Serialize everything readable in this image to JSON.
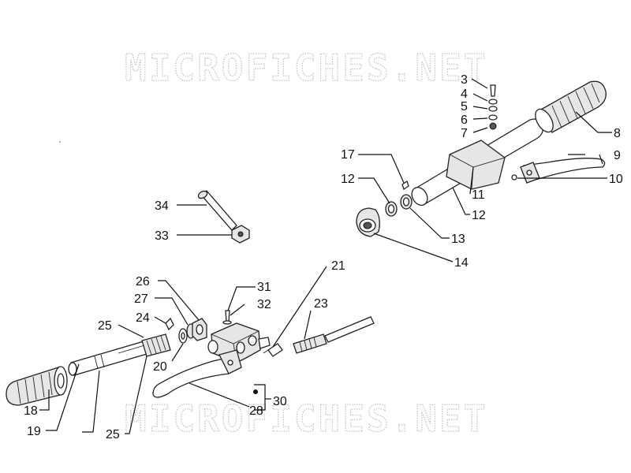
{
  "watermark": "MICROFICHES.NET",
  "labels": {
    "p3": "3",
    "p4": "4",
    "p5": "5",
    "p6": "6",
    "p7": "7",
    "p8": "8",
    "p9": "9",
    "p10": "10",
    "p11": "11",
    "p12a": "12",
    "p12b": "12",
    "p13": "13",
    "p14": "14",
    "p17": "17",
    "p18": "18",
    "p19": "19",
    "p20": "20",
    "p21": "21",
    "p23": "23",
    "p24": "24",
    "p25a": "25",
    "p25b": "25",
    "p26": "26",
    "p27": "27",
    "p28": "28",
    "p30": "30",
    "p31": "31",
    "p32": "32",
    "p33": "33",
    "p34": "34"
  }
}
